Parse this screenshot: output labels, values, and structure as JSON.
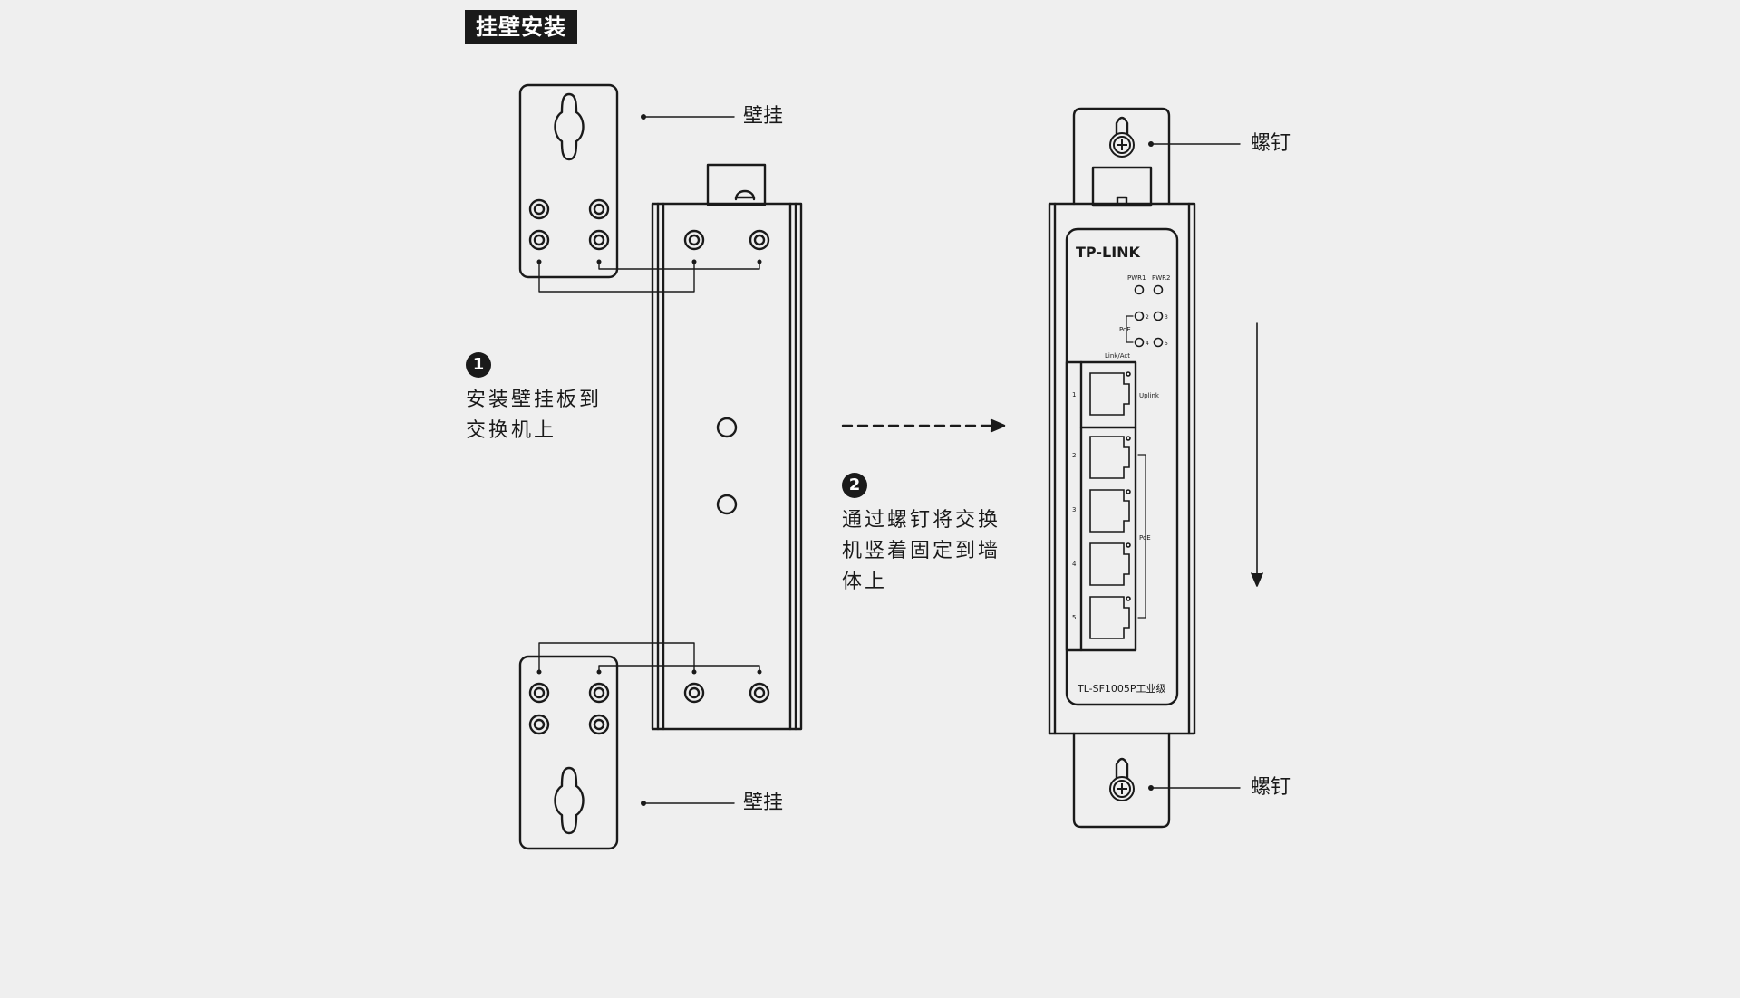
{
  "title": "挂壁安装",
  "labels": {
    "wall_mount_top": "壁挂",
    "wall_mount_bottom": "壁挂",
    "screw_top": "螺钉",
    "screw_bottom": "螺钉"
  },
  "steps": [
    {
      "number": "1",
      "text_line1": "安装壁挂板到",
      "text_line2": "交换机上"
    },
    {
      "number": "2",
      "text_line1": "通过螺钉将交换",
      "text_line2": "机竖着固定到墙",
      "text_line3": "体上"
    }
  ],
  "device": {
    "brand": "TP-LINK",
    "model": "TL-SF1005P工业级",
    "leds": [
      "PWR1",
      "PWR2"
    ],
    "poe_label": "PoE",
    "link_act_label": "Link/Act",
    "led_ports": [
      "2",
      "3",
      "4",
      "5"
    ],
    "ports": [
      "1",
      "2",
      "3",
      "4",
      "5"
    ],
    "uplink_label": "Uplink",
    "poe_group_label": "PoE"
  },
  "colors": {
    "line": "#1a1a1a",
    "background": "#efefef"
  },
  "icons": [
    "screw-icon",
    "keyhole-icon",
    "arrow-right-icon",
    "arrow-down-icon"
  ]
}
